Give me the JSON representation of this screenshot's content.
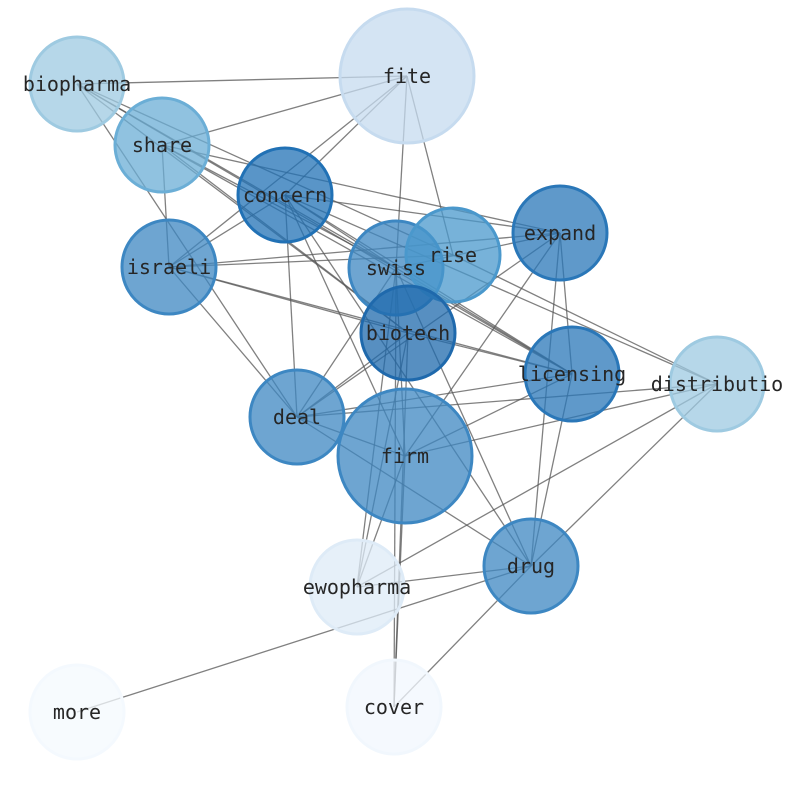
{
  "graph": {
    "nodes": [
      {
        "id": "biopharma",
        "label": "biopharma",
        "color": "#9ecae1"
      },
      {
        "id": "fite",
        "label": "fite",
        "color": "#c6dbef"
      },
      {
        "id": "share",
        "label": "share",
        "color": "#6baed6"
      },
      {
        "id": "concern",
        "label": "concern",
        "color": "#2171b5"
      },
      {
        "id": "israeli",
        "label": "israeli",
        "color": "#3d87c2"
      },
      {
        "id": "swiss",
        "label": "swiss",
        "color": "#3d87c2"
      },
      {
        "id": "rise",
        "label": "rise",
        "color": "#4a98cc"
      },
      {
        "id": "expand",
        "label": "expand",
        "color": "#2a77b8"
      },
      {
        "id": "biotech",
        "label": "biotech",
        "color": "#1f69ac"
      },
      {
        "id": "licensing",
        "label": "licensing",
        "color": "#2a77b8"
      },
      {
        "id": "distributio",
        "label": "distributio",
        "color": "#9ecae1"
      },
      {
        "id": "deal",
        "label": "deal",
        "color": "#3d87c2"
      },
      {
        "id": "firm",
        "label": "firm",
        "color": "#3d87c2"
      },
      {
        "id": "ewopharma",
        "label": "ewopharma",
        "color": "#deebf7"
      },
      {
        "id": "drug",
        "label": "drug",
        "color": "#3d87c2"
      },
      {
        "id": "more",
        "label": "more",
        "color": "#f4f9fe"
      },
      {
        "id": "cover",
        "label": "cover",
        "color": "#f1f7fd"
      }
    ],
    "edges": [
      [
        "biopharma",
        "fite"
      ],
      [
        "biopharma",
        "swiss"
      ],
      [
        "biopharma",
        "licensing"
      ],
      [
        "biopharma",
        "rise"
      ],
      [
        "biopharma",
        "deal"
      ],
      [
        "biopharma",
        "biotech"
      ],
      [
        "fite",
        "share"
      ],
      [
        "fite",
        "israeli"
      ],
      [
        "fite",
        "swiss"
      ],
      [
        "fite",
        "rise"
      ],
      [
        "fite",
        "concern"
      ],
      [
        "share",
        "israeli"
      ],
      [
        "share",
        "expand"
      ],
      [
        "share",
        "licensing"
      ],
      [
        "share",
        "biotech"
      ],
      [
        "share",
        "swiss"
      ],
      [
        "concern",
        "expand"
      ],
      [
        "concern",
        "distributio"
      ],
      [
        "concern",
        "deal"
      ],
      [
        "concern",
        "firm"
      ],
      [
        "concern",
        "drug"
      ],
      [
        "concern",
        "israeli"
      ],
      [
        "concern",
        "swiss"
      ],
      [
        "concern",
        "licensing"
      ],
      [
        "israeli",
        "expand"
      ],
      [
        "israeli",
        "rise"
      ],
      [
        "israeli",
        "biotech"
      ],
      [
        "israeli",
        "licensing"
      ],
      [
        "israeli",
        "deal"
      ],
      [
        "swiss",
        "ewopharma"
      ],
      [
        "swiss",
        "firm"
      ],
      [
        "swiss",
        "licensing"
      ],
      [
        "swiss",
        "drug"
      ],
      [
        "swiss",
        "cover"
      ],
      [
        "swiss",
        "deal"
      ],
      [
        "swiss",
        "expand"
      ],
      [
        "expand",
        "deal"
      ],
      [
        "expand",
        "firm"
      ],
      [
        "expand",
        "drug"
      ],
      [
        "expand",
        "licensing"
      ],
      [
        "biotech",
        "ewopharma"
      ],
      [
        "biotech",
        "deal"
      ],
      [
        "biotech",
        "licensing"
      ],
      [
        "biotech",
        "cover"
      ],
      [
        "licensing",
        "deal"
      ],
      [
        "licensing",
        "firm"
      ],
      [
        "licensing",
        "drug"
      ],
      [
        "distributio",
        "deal"
      ],
      [
        "distributio",
        "firm"
      ],
      [
        "distributio",
        "drug"
      ],
      [
        "distributio",
        "ewopharma"
      ],
      [
        "rise",
        "distributio"
      ],
      [
        "deal",
        "firm"
      ],
      [
        "deal",
        "drug"
      ],
      [
        "firm",
        "ewopharma"
      ],
      [
        "firm",
        "cover"
      ],
      [
        "ewopharma",
        "drug"
      ],
      [
        "drug",
        "more"
      ],
      [
        "drug",
        "cover"
      ]
    ]
  }
}
